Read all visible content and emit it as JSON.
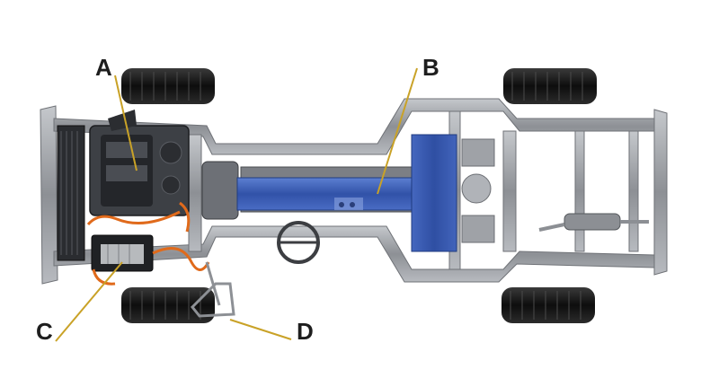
{
  "callouts": [
    {
      "letter": "A",
      "target": "engine"
    },
    {
      "letter": "B",
      "target": "battery-pack"
    },
    {
      "letter": "C",
      "target": "power-electronics"
    },
    {
      "letter": "D",
      "target": "charge-port"
    }
  ],
  "colors": {
    "leader_line": "#c9a227",
    "battery": "#3a5fb8",
    "frame": "#9a9da3",
    "tire": "#1a1a1a",
    "orange_cable": "#e06a1b"
  }
}
